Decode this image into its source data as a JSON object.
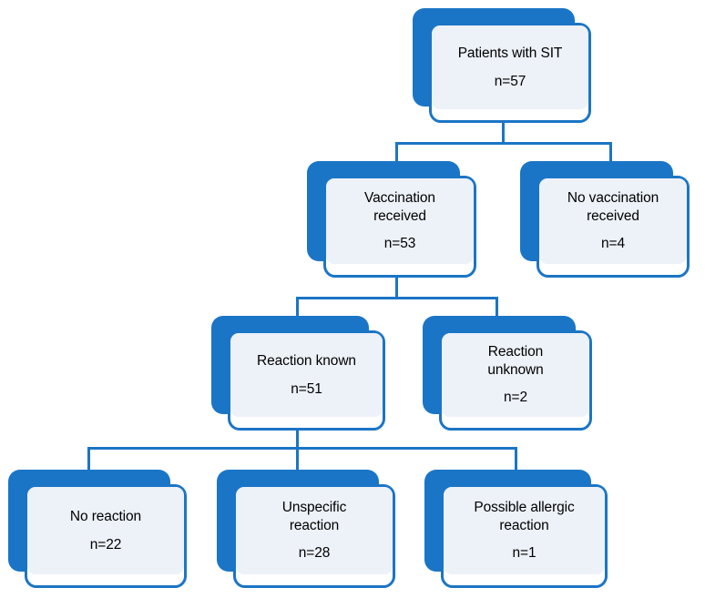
{
  "figure": {
    "kind": "flowchart",
    "title_text": "",
    "accent_color": "#1B75C6",
    "panel_color": "#EDF1F8",
    "card_color": "#FFFFFF",
    "text_color": "#000000"
  },
  "nodes": {
    "root": {
      "label": "Patients with SIT",
      "count": "n=57"
    },
    "vaccinated": {
      "label": "Vaccination\nreceived",
      "count": "n=53"
    },
    "not_vaccinated": {
      "label": "No vaccination\nreceived",
      "count": "n=4"
    },
    "reaction_known": {
      "label": "Reaction known",
      "count": "n=51"
    },
    "reaction_unknown": {
      "label": "Reaction\nunknown",
      "count": "n=2"
    },
    "no_reaction": {
      "label": "No reaction",
      "count": "n=22"
    },
    "unspecific_reaction": {
      "label": "Unspecific\nreaction",
      "count": "n=28"
    },
    "possible_allergic_reaction": {
      "label": "Possible allergic\nreaction",
      "count": "n=1"
    }
  },
  "chart_data": {
    "type": "flowchart",
    "title": "",
    "levels": [
      {
        "level": 0,
        "nodes": [
          {
            "id": "root",
            "label": "Patients with SIT",
            "n": 57
          }
        ]
      },
      {
        "level": 1,
        "nodes": [
          {
            "id": "vaccinated",
            "label": "Vaccination received",
            "n": 53
          },
          {
            "id": "not_vaccinated",
            "label": "No vaccination received",
            "n": 4
          }
        ]
      },
      {
        "level": 2,
        "nodes": [
          {
            "id": "reaction_known",
            "label": "Reaction known",
            "n": 51
          },
          {
            "id": "reaction_unknown",
            "label": "Reaction unknown",
            "n": 2
          }
        ]
      },
      {
        "level": 3,
        "nodes": [
          {
            "id": "no_reaction",
            "label": "No reaction",
            "n": 22
          },
          {
            "id": "unspecific_reaction",
            "label": "Unspecific reaction",
            "n": 28
          },
          {
            "id": "possible_allergic_reaction",
            "label": "Possible allergic reaction",
            "n": 1
          }
        ]
      }
    ],
    "edges": [
      {
        "from": "root",
        "to": "vaccinated"
      },
      {
        "from": "root",
        "to": "not_vaccinated"
      },
      {
        "from": "vaccinated",
        "to": "reaction_known"
      },
      {
        "from": "vaccinated",
        "to": "reaction_unknown"
      },
      {
        "from": "reaction_known",
        "to": "no_reaction"
      },
      {
        "from": "reaction_known",
        "to": "unspecific_reaction"
      },
      {
        "from": "reaction_known",
        "to": "possible_allergic_reaction"
      }
    ]
  }
}
